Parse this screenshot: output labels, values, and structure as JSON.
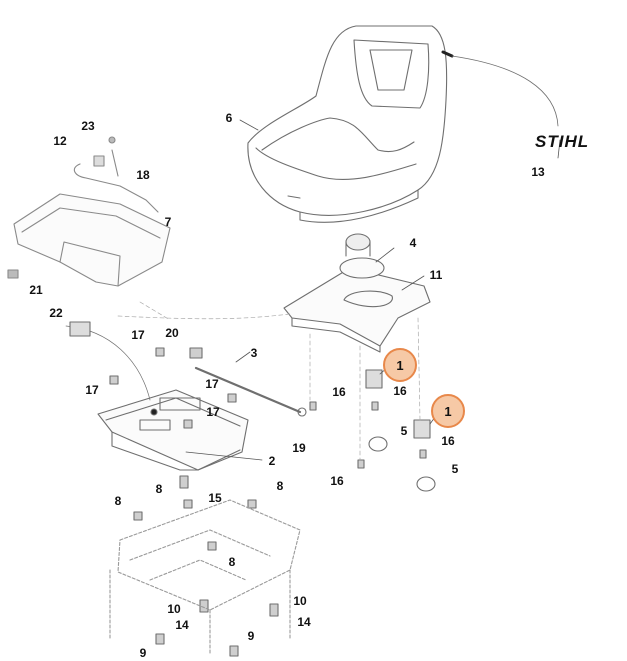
{
  "brand_logo": "STIHL",
  "callouts": {
    "c1a": "1",
    "c1b": "1",
    "c2": "2",
    "c3": "3",
    "c4": "4",
    "c5a": "5",
    "c5b": "5",
    "c6": "6",
    "c7": "7",
    "c8a": "8",
    "c8b": "8",
    "c8c": "8",
    "c8d": "8",
    "c9a": "9",
    "c9b": "9",
    "c10a": "10",
    "c10b": "10",
    "c11": "11",
    "c12": "12",
    "c13": "13",
    "c14a": "14",
    "c14b": "14",
    "c15": "15",
    "c16a": "16",
    "c16b": "16",
    "c16c": "16",
    "c16d": "16",
    "c17a": "17",
    "c17b": "17",
    "c17c": "17",
    "c17d": "17",
    "c18": "18",
    "c19": "19",
    "c20": "20",
    "c21": "21",
    "c22": "22",
    "c23": "23"
  },
  "colors": {
    "line": "#6f6f6f",
    "highlight_fill": "#f6c9a6",
    "highlight_stroke": "#e8884a"
  }
}
